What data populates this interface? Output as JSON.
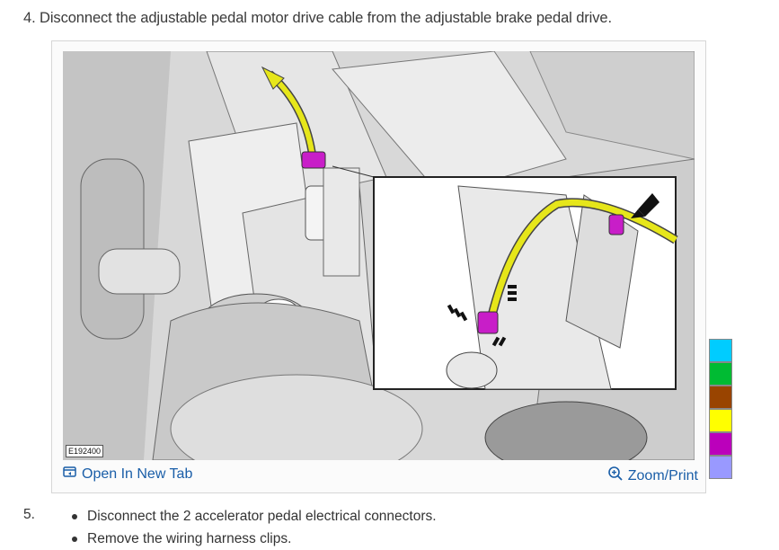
{
  "step4": {
    "text": "4. Disconnect the adjustable pedal motor drive cable from the adjustable brake pedal drive."
  },
  "figure": {
    "id_label": "E192400",
    "open_link": "Open In New Tab",
    "zoom_link": "Zoom/Print",
    "icons": {
      "open": "open-new-tab-icon",
      "zoom": "zoom-icon"
    }
  },
  "step5": {
    "number": "5.",
    "bullets": [
      "Disconnect the 2 accelerator pedal electrical connectors.",
      "Remove the wiring harness clips."
    ]
  },
  "colors": {
    "link": "#1a5ea8",
    "cable": "#e6e61a",
    "connector": "#c81ec8",
    "swatches": [
      "#00ccff",
      "#00bb33",
      "#994400",
      "#ffff00",
      "#bb00bb",
      "#9999ff"
    ]
  }
}
